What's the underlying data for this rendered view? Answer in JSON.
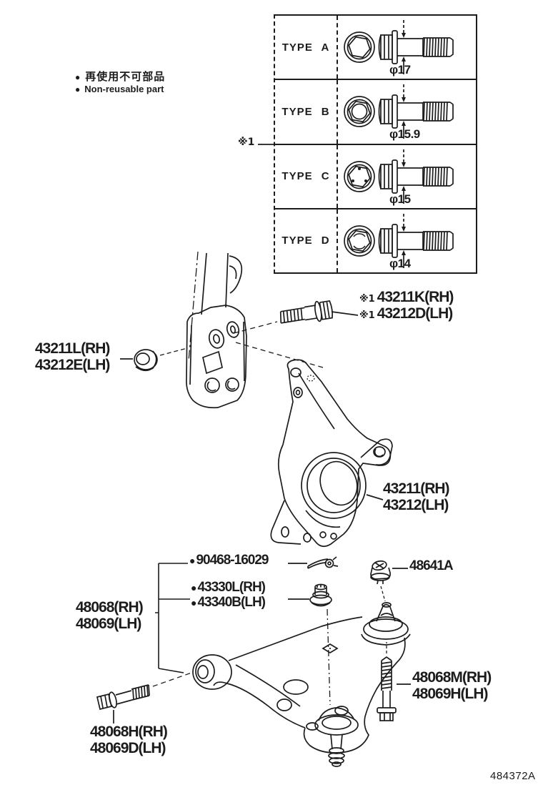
{
  "page": {
    "background": "#ffffff",
    "ink": "#1c1c1c",
    "drawing_number": "484372A"
  },
  "legend": {
    "bullet": "●",
    "jp_text": "再使用不可部品",
    "en_text": "Non-reusable part"
  },
  "type_table": {
    "ref_mark": "※1",
    "rows": [
      {
        "label": "TYPE A",
        "diameter": "φ17"
      },
      {
        "label": "TYPE B",
        "diameter": "φ15.9"
      },
      {
        "label": "TYPE C",
        "diameter": "φ15"
      },
      {
        "label": "TYPE D",
        "diameter": "φ14"
      }
    ]
  },
  "callouts": {
    "strut_bracket_bolt": {
      "ref1": "※1",
      "rh": "43211K(RH)",
      "ref2": "※1",
      "lh": "43212D(LH)"
    },
    "knuckle_nut": {
      "rh": "43211L(RH)",
      "lh": "43212E(LH)"
    },
    "steering_knuckle": {
      "rh": "43211(RH)",
      "lh": "43212(LH)"
    },
    "cotter_pin": {
      "bullet": "●",
      "number": "90468-16029"
    },
    "ball_joint_nut": {
      "bullet1": "●",
      "rh": "43330L(RH)",
      "bullet2": "●",
      "lh": "43340B(LH)"
    },
    "lower_control_arm": {
      "rh": "48068(RH)",
      "lh": "48069(LH)"
    },
    "camber_bolt": {
      "number": "48641A"
    },
    "arm_rear_bolt": {
      "rh": "48068M(RH)",
      "lh": "48069H(LH)"
    },
    "arm_front_bolt": {
      "rh": "48068H(RH)",
      "lh": "48069D(LH)"
    }
  }
}
